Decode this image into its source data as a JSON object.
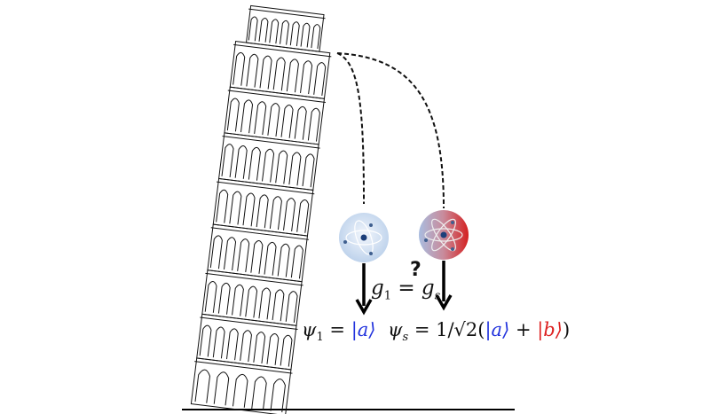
{
  "equation_test": {
    "lhs": "g",
    "lhs_sub": "1",
    "relation": "=",
    "question": "?",
    "rhs": "g",
    "rhs_sub": "s"
  },
  "state_1": {
    "psi": "ψ",
    "sub": "1",
    "eq": " = ",
    "ket": "|a⟩"
  },
  "state_s": {
    "psi": "ψ",
    "sub": "s",
    "eq": " = 1/√2(",
    "ket_a": "|a⟩",
    "plus": " + ",
    "ket_b": "|b⟩",
    "close": ")"
  },
  "colors": {
    "ket_a": "#2233dd",
    "ket_b": "#dd2222",
    "atom_1": "#cfe0f4",
    "atom_s_left": "#a9bde0",
    "atom_s_right": "#d42020"
  }
}
